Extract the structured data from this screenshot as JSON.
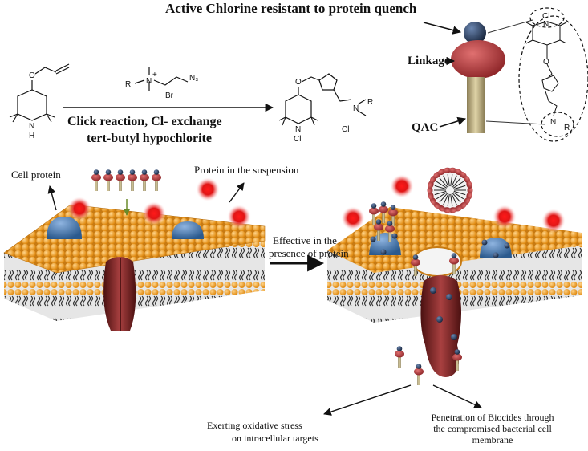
{
  "title": "Active Chlorine resistant to protein quench",
  "labels": {
    "linkage": "Linkage",
    "qac": "QAC",
    "cell_protein": "Cell protein",
    "protein_suspension": "Protein in the suspension",
    "effective_line1": "Effective in the",
    "effective_line2": "presence of protein",
    "oxidative_line1": "Exerting oxidative stress",
    "oxidative_line2": "on intracellular targets",
    "penetration_line1": "Penetration of Biocides through",
    "penetration_line2": "the compromised bacterial cell",
    "penetration_line3": "membrane"
  },
  "reaction": {
    "line1": "Click reaction, Cl- exchange",
    "line2": "tert-butyl hypochlorite",
    "reagent_atoms": {
      "r": "R",
      "n": "N",
      "plus": "+",
      "br": "Br",
      "n3": "N₃"
    },
    "reactant_atoms": {
      "o": "O",
      "n": "N",
      "h": "H"
    },
    "product_atoms": {
      "o": "O",
      "n": "N",
      "cl": "Cl",
      "n_plus": "N",
      "r": "R",
      "cl_ion": "Cl"
    }
  },
  "structure_atoms": {
    "cl": "Cl",
    "n": "N",
    "o": "O",
    "n_plus": "N",
    "r": "R"
  },
  "colors": {
    "lipid_head": "#f3a12a",
    "tail": "#333333",
    "slab_side": "#dcdcdc",
    "protein_blue": "#3d6fa8",
    "red_dot": "#e01616",
    "cap_red": "#b5383b",
    "stem": "#b8a878",
    "channel": "#7a2222"
  },
  "icons": [
    "biocide-molecule-icon",
    "protein-dot-icon",
    "micelle-icon",
    "membrane-channel-icon"
  ]
}
